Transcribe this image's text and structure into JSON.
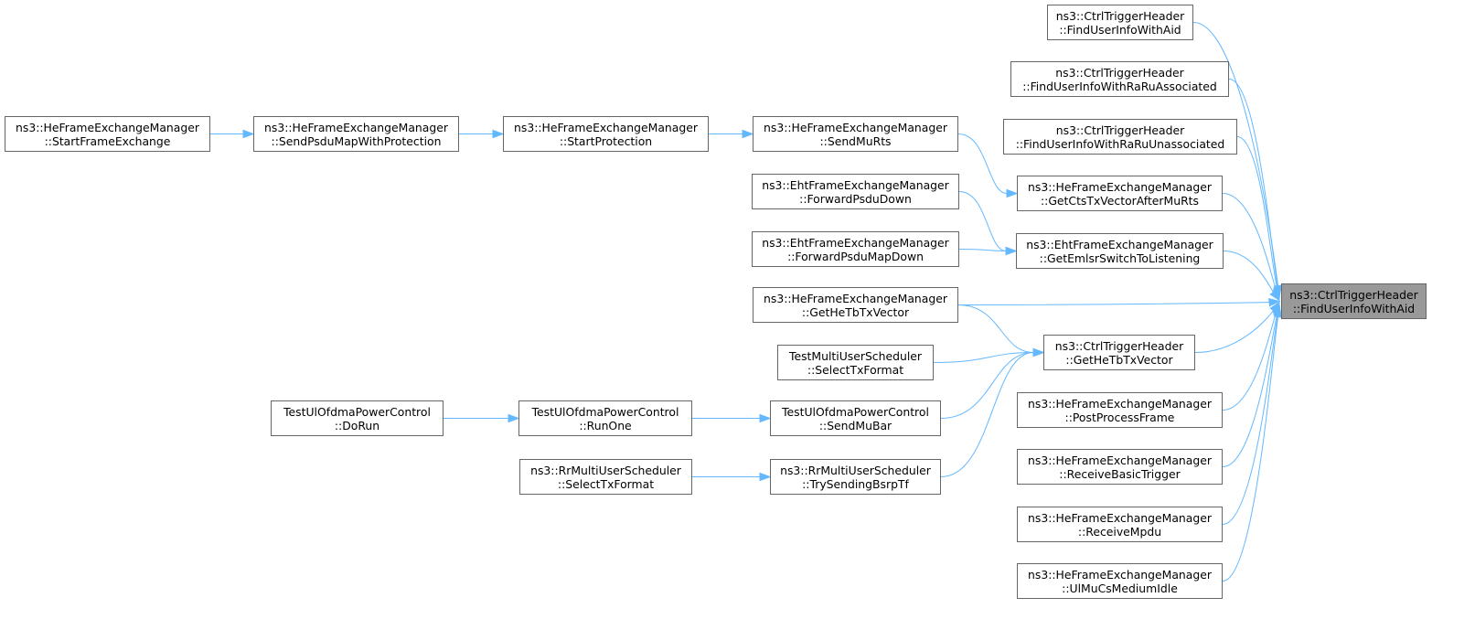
{
  "diagram": {
    "type": "caller-graph",
    "edge_color": "#63b8ff",
    "node_border_color": "#666666",
    "root_fill_color": "#999999",
    "nodes": [
      {
        "id": "root",
        "line1": "ns3::CtrlTriggerHeader",
        "line2": "::FindUserInfoWithAid"
      },
      {
        "id": "ct1",
        "line1": "ns3::CtrlTriggerHeader",
        "line2": "::FindUserInfoWithAid"
      },
      {
        "id": "ct2",
        "line1": "ns3::CtrlTriggerHeader",
        "line2": "::FindUserInfoWithRaRuAssociated"
      },
      {
        "id": "ct3",
        "line1": "ns3::CtrlTriggerHeader",
        "line2": "::FindUserInfoWithRaRuUnassociated"
      },
      {
        "id": "gcts",
        "line1": "ns3::HeFrameExchangeManager",
        "line2": "::GetCtsTxVectorAfterMuRts"
      },
      {
        "id": "gems",
        "line1": "ns3::EhtFrameExchangeManager",
        "line2": "::GetEmlsrSwitchToListening"
      },
      {
        "id": "ctgh",
        "line1": "ns3::CtrlTriggerHeader",
        "line2": "::GetHeTbTxVector"
      },
      {
        "id": "ppf",
        "line1": "ns3::HeFrameExchangeManager",
        "line2": "::PostProcessFrame"
      },
      {
        "id": "rbt",
        "line1": "ns3::HeFrameExchangeManager",
        "line2": "::ReceiveBasicTrigger"
      },
      {
        "id": "rmp",
        "line1": "ns3::HeFrameExchangeManager",
        "line2": "::ReceiveMpdu"
      },
      {
        "id": "ulm",
        "line1": "ns3::HeFrameExchangeManager",
        "line2": "::UlMuCsMediumIdle"
      },
      {
        "id": "smr",
        "line1": "ns3::HeFrameExchangeManager",
        "line2": "::SendMuRts"
      },
      {
        "id": "fpd",
        "line1": "ns3::EhtFrameExchangeManager",
        "line2": "::ForwardPsduDown"
      },
      {
        "id": "fpmd",
        "line1": "ns3::EhtFrameExchangeManager",
        "line2": "::ForwardPsduMapDown"
      },
      {
        "id": "hegh",
        "line1": "ns3::HeFrameExchangeManager",
        "line2": "::GetHeTbTxVector"
      },
      {
        "id": "tmus",
        "line1": "TestMultiUserScheduler",
        "line2": "::SelectTxFormat"
      },
      {
        "id": "smb",
        "line1": "TestUlOfdmaPowerControl",
        "line2": "::SendMuBar"
      },
      {
        "id": "tsb",
        "line1": "ns3::RrMultiUserScheduler",
        "line2": "::TrySendingBsrpTf"
      },
      {
        "id": "sp",
        "line1": "ns3::HeFrameExchangeManager",
        "line2": "::StartProtection"
      },
      {
        "id": "ro",
        "line1": "TestUlOfdmaPowerControl",
        "line2": "::RunOne"
      },
      {
        "id": "rrst",
        "line1": "ns3::RrMultiUserScheduler",
        "line2": "::SelectTxFormat"
      },
      {
        "id": "spmp",
        "line1": "ns3::HeFrameExchangeManager",
        "line2": "::SendPsduMapWithProtection"
      },
      {
        "id": "dor",
        "line1": "TestUlOfdmaPowerControl",
        "line2": "::DoRun"
      },
      {
        "id": "sfe",
        "line1": "ns3::HeFrameExchangeManager",
        "line2": "::StartFrameExchange"
      }
    ],
    "edges": [
      [
        "ct1",
        "root"
      ],
      [
        "ct2",
        "root"
      ],
      [
        "ct3",
        "root"
      ],
      [
        "gcts",
        "root"
      ],
      [
        "gems",
        "root"
      ],
      [
        "hegh",
        "root"
      ],
      [
        "ctgh",
        "root"
      ],
      [
        "ppf",
        "root"
      ],
      [
        "rbt",
        "root"
      ],
      [
        "rmp",
        "root"
      ],
      [
        "ulm",
        "root"
      ],
      [
        "smr",
        "gcts"
      ],
      [
        "fpd",
        "gems"
      ],
      [
        "fpmd",
        "gems"
      ],
      [
        "hegh",
        "ctgh"
      ],
      [
        "tmus",
        "ctgh"
      ],
      [
        "smb",
        "ctgh"
      ],
      [
        "tsb",
        "ctgh"
      ],
      [
        "sp",
        "smr"
      ],
      [
        "ro",
        "smb"
      ],
      [
        "rrst",
        "tsb"
      ],
      [
        "spmp",
        "sp"
      ],
      [
        "dor",
        "ro"
      ],
      [
        "sfe",
        "spmp"
      ]
    ]
  }
}
